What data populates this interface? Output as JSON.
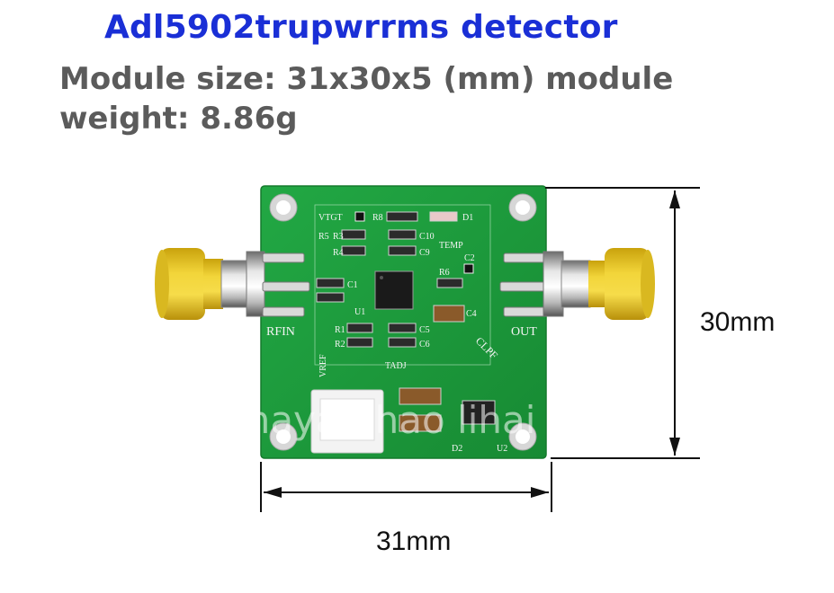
{
  "header": {
    "title": "Adl5902trupwrrms detector",
    "line1": "Module size: 31x30x5 (mm) module",
    "line2": "weight: 8.86g"
  },
  "dimensions": {
    "height_label": "30mm",
    "width_label": "31mm"
  },
  "board_labels": {
    "vtgt": "VTGT",
    "r8": "R8",
    "d1": "D1",
    "r5": "R5",
    "r3": "R3",
    "r4": "R4",
    "c10": "C10",
    "c9": "C9",
    "temp": "TEMP",
    "c2": "C2",
    "r6": "R6",
    "c1": "C1",
    "u1": "U1",
    "c4": "C4",
    "r1": "R1",
    "r2": "R2",
    "c5": "C5",
    "c6": "C6",
    "rfin": "RFIN",
    "out": "OUT",
    "clpf": "CLPF",
    "vref": "VREF",
    "tadj": "TADJ",
    "d2": "D2",
    "u2": "U2"
  },
  "watermark": "aimayan hao lihai",
  "colors": {
    "title": "#1a2fd6",
    "subtitle": "#5b5b5b",
    "pcb": "#1f9a3c",
    "connector": "#e8c21a"
  }
}
